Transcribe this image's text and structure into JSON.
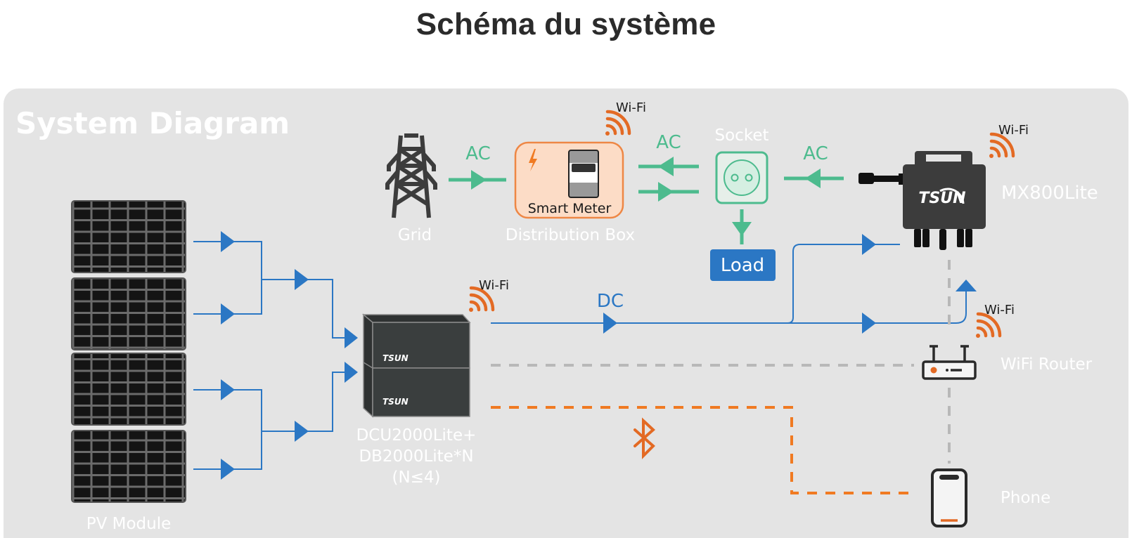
{
  "page_title": "Schéma du système",
  "diagram": {
    "title": "System Diagram",
    "colors": {
      "ac_flow": "#4dbb8e",
      "dc_flow": "#2b77c4",
      "wifi": "#e36a24",
      "bluetooth_link": "#f07a22",
      "network_link": "#b8b8b8",
      "device_dark": "#3c3c3c",
      "panel_bg": "#e4e4e4",
      "smart_meter_bg": "#fcdcc6",
      "load_bg": "#2b77c4"
    },
    "nodes": {
      "grid": {
        "label": "Grid"
      },
      "distribution_box": {
        "label": "Distribution Box",
        "inner_label": "Smart Meter",
        "wifi_label": "Wi-Fi"
      },
      "socket": {
        "label": "Socket"
      },
      "load": {
        "label": "Load"
      },
      "inverter": {
        "label": "MX800Lite",
        "brand": "TSUN",
        "wifi_label": "Wi-Fi"
      },
      "battery": {
        "label_line1": "DCU2000Lite+",
        "label_line2": "DB2000Lite*N",
        "label_line3": "(N≤4)",
        "brand": "TSUN",
        "wifi_label": "Wi-Fi"
      },
      "router": {
        "label": "WiFi Router",
        "wifi_label": "Wi-Fi"
      },
      "phone": {
        "label": "Phone"
      },
      "pv_module": {
        "label": "PV Module",
        "count": 4
      }
    },
    "flows": {
      "grid_to_box": "AC",
      "box_socket": "AC",
      "inverter_to_socket": "AC",
      "battery_to_inverter": "DC"
    }
  }
}
